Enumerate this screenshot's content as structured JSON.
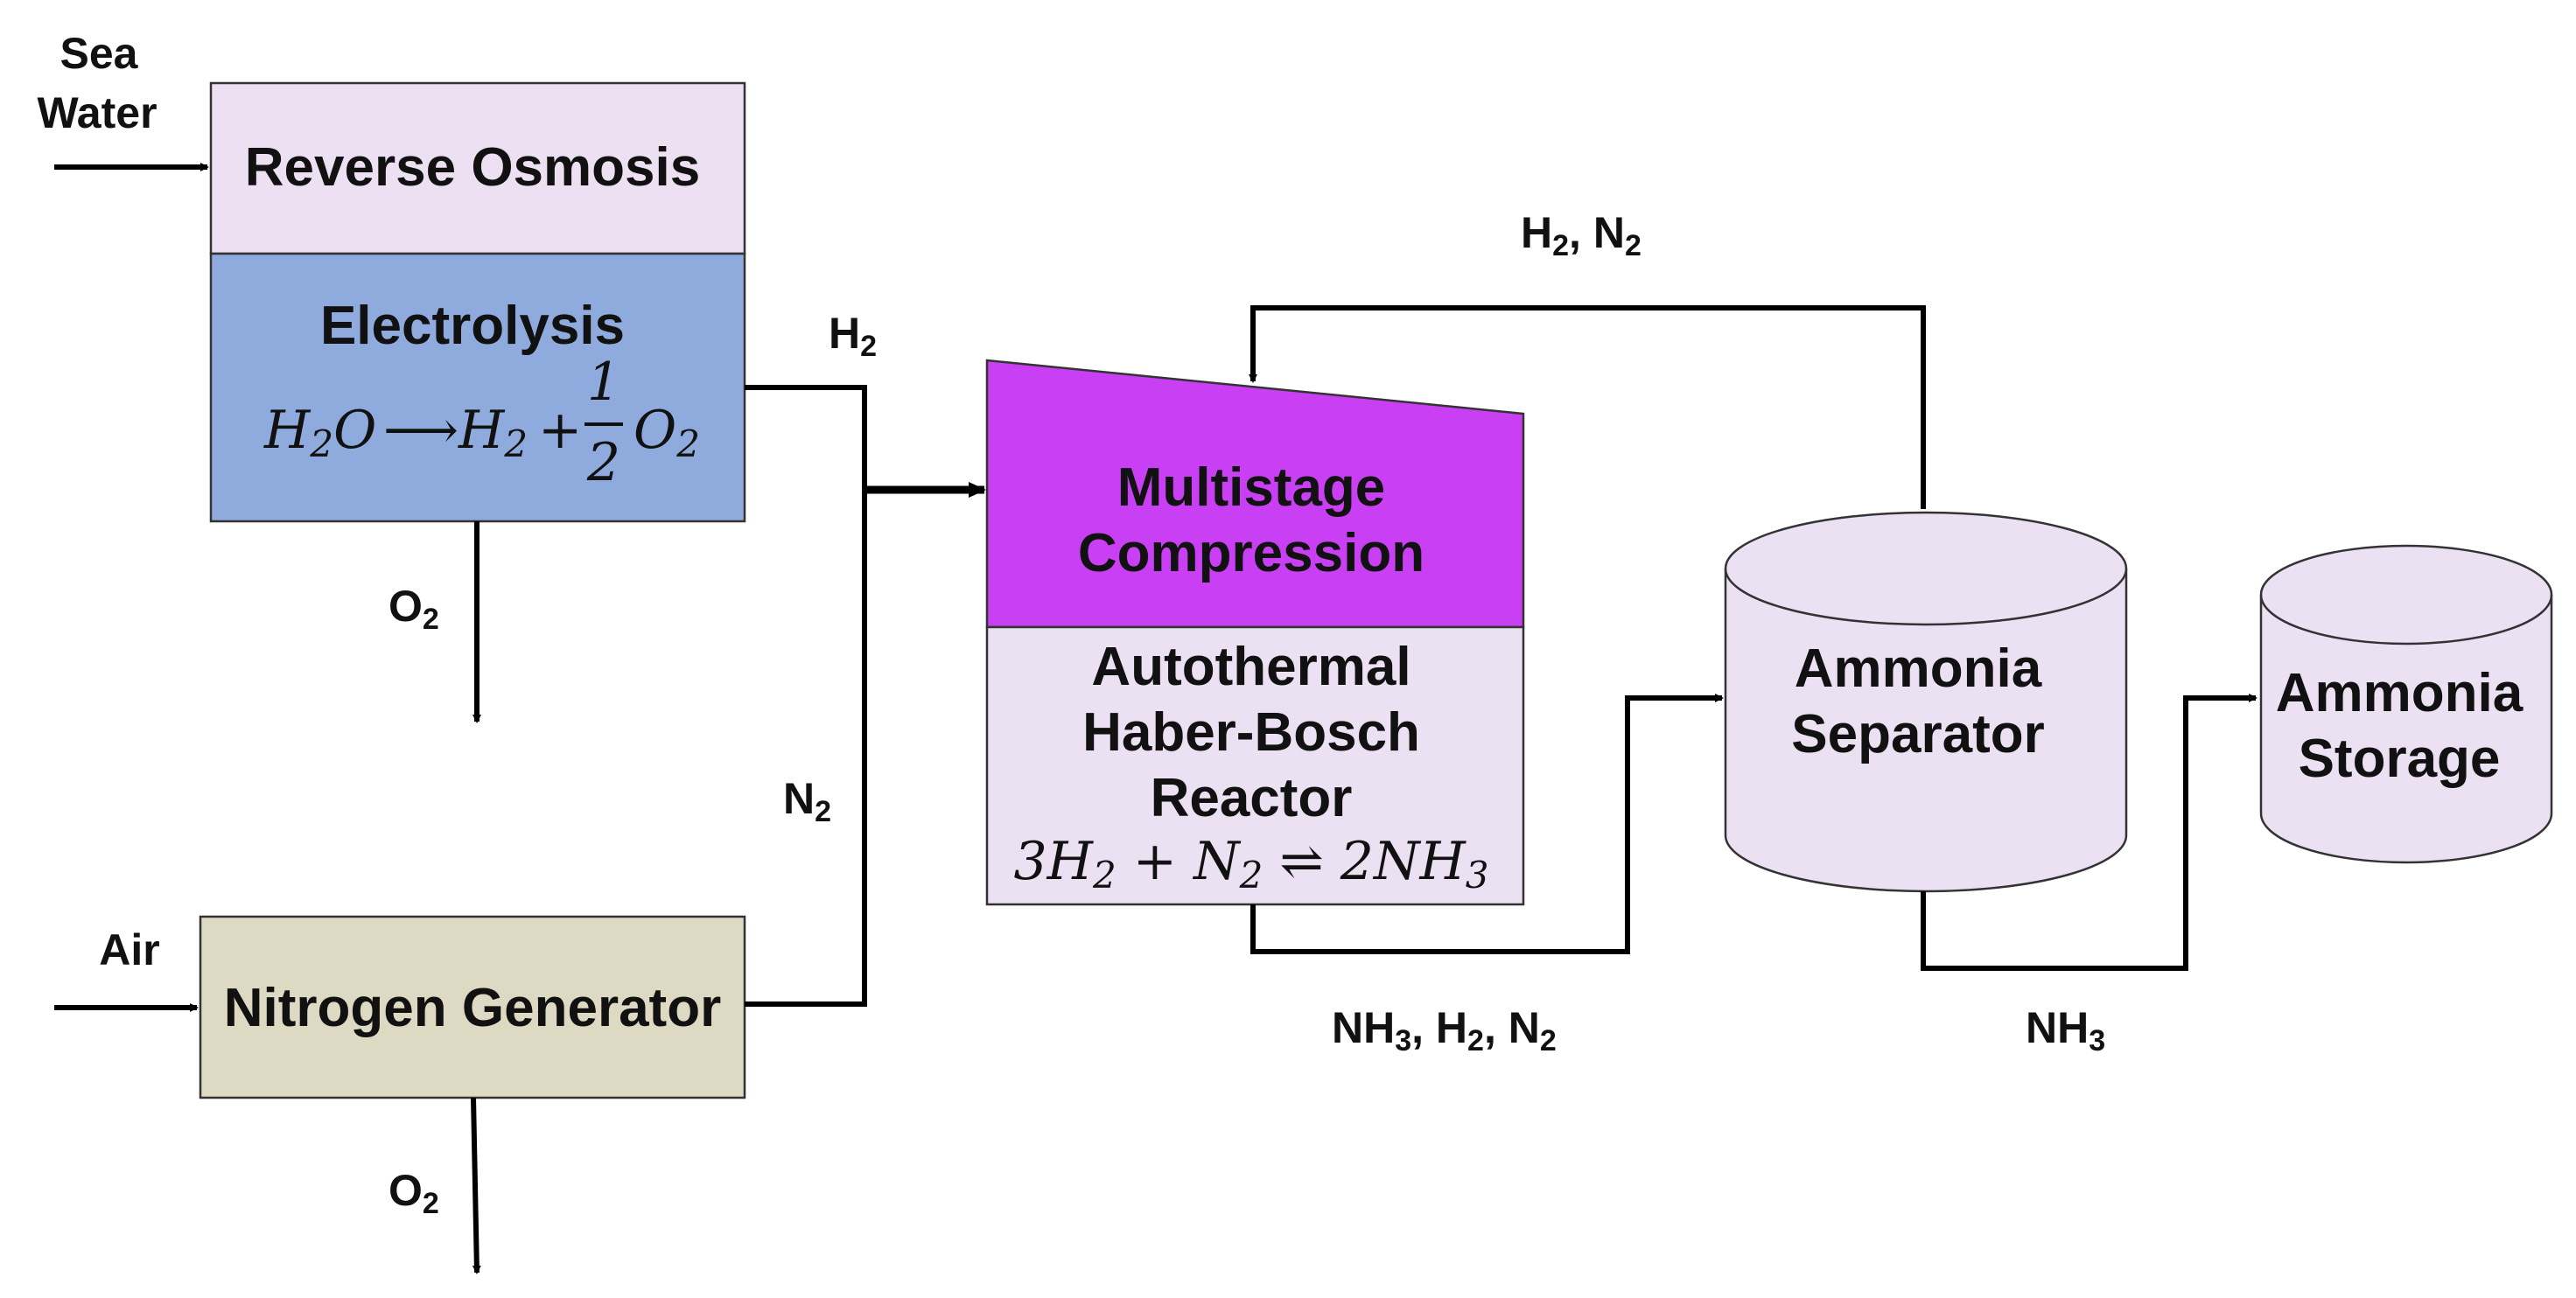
{
  "colors": {
    "reverse_osmosis": "#eee0f3",
    "electrolysis": "#8faadc",
    "compression": "#c93ff3",
    "reactor": "#ece0f3",
    "separator": "#ece0f3",
    "storage": "#ece0f3",
    "nitrogen_generator": "#ddd9c3",
    "line": "#000000"
  },
  "nodes": {
    "reverse_osmosis": {
      "label": "Reverse Osmosis"
    },
    "electrolysis": {
      "label": "Electrolysis",
      "equation": {
        "lhs": "H",
        "lhs_sub": "2",
        "lhs_rest": "O",
        "arrow": "⟶",
        "h": "H",
        "h_sub": "2",
        "plus": "+",
        "frac_num": "1",
        "frac_den": "2",
        "o": "O",
        "o_sub": "2"
      }
    },
    "compression": {
      "line1": "Multistage",
      "line2": "Compression"
    },
    "reactor": {
      "line1": "Autothermal",
      "line2": "Haber-Bosch",
      "line3": "Reactor",
      "equation": {
        "t1": "3H",
        "s1": "2",
        "t2": " + N",
        "s2": "2",
        "t3": " ⇌ 2NH",
        "s3": "3"
      }
    },
    "separator": {
      "line1": "Ammonia",
      "line2": "Separator"
    },
    "storage": {
      "line1": "Ammonia",
      "line2": "Storage"
    },
    "nitrogen_generator": {
      "label": "Nitrogen Generator"
    }
  },
  "streams": {
    "sea_water": {
      "line1": "Sea",
      "line2": "Water"
    },
    "air": {
      "label": "Air"
    },
    "o2_electrolysis": {
      "main": "O",
      "sub": "2"
    },
    "o2_nitrogen": {
      "main": "O",
      "sub": "2"
    },
    "h2": {
      "main": "H",
      "sub": "2"
    },
    "n2": {
      "main": "N",
      "sub": "2"
    },
    "recycle": {
      "a": "H",
      "a_sub": "2",
      "sep": ", N",
      "b_sub": "2"
    },
    "reactor_out": {
      "a": "NH",
      "a_sub": "3",
      "b": ", H",
      "b_sub": "2",
      "c": ", N",
      "c_sub": "2"
    },
    "nh3_product": {
      "main": "NH",
      "sub": "3"
    }
  }
}
